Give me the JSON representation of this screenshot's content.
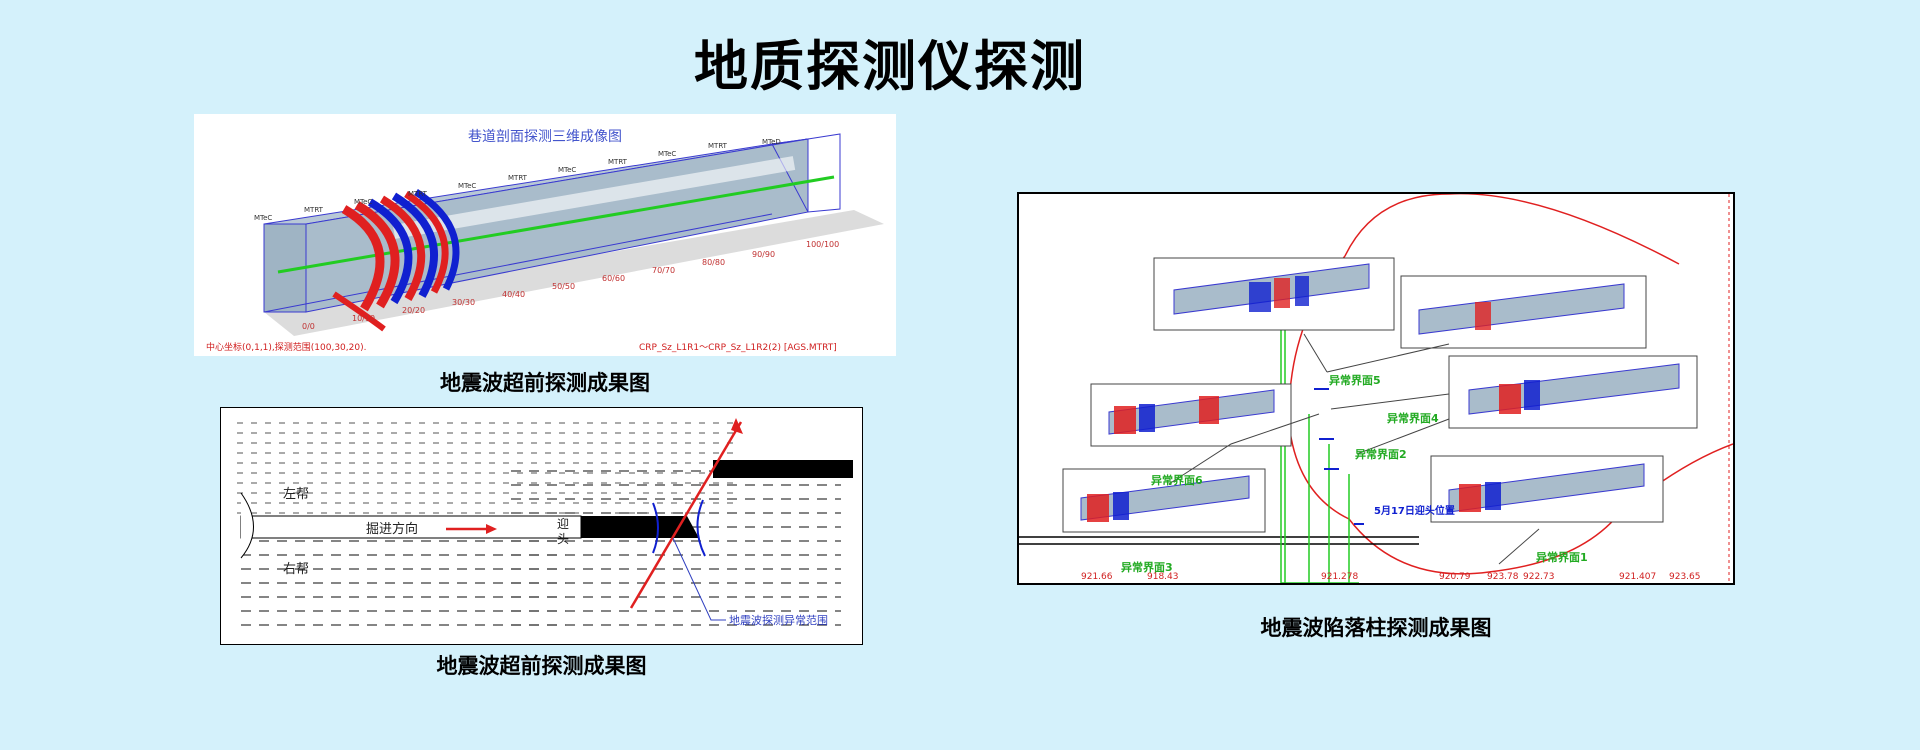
{
  "page": {
    "title": "地质探测仪探测"
  },
  "figure1": {
    "title": "巷道剖面探测三维成像图",
    "caption": "地震波超前探测成果图",
    "footer_left": "中心坐标(0,1,1),探测范围(100,30,20).",
    "footer_right": "CRP_Sz_L1R1～CRP_Sz_L1R2(2)  [AGS.MTRT]",
    "axis_ticks": [
      "0/0",
      "10/10",
      "20/20",
      "30/30",
      "40/40",
      "50/50",
      "60/60",
      "70/70",
      "80/80",
      "90/90",
      "100/100"
    ],
    "top_labels": [
      "MTeC",
      "MTRT",
      "MTeC",
      "MTRT",
      "MTeC",
      "MTRT",
      "MTeC",
      "MTRT",
      "MTeC",
      "MTRT",
      "MTeD"
    ]
  },
  "figure2": {
    "caption": "地震波超前探测成果图",
    "left_wall": "左帮",
    "right_wall": "右帮",
    "direction": "掘进方向",
    "face_label_1": "迎",
    "face_label_2": "头",
    "legend": "地震波探测异常范围"
  },
  "figure3": {
    "caption": "地震波陷落柱探测成果图",
    "labels": [
      "异常界面5",
      "异常界面4",
      "异常界面3",
      "异常界面6",
      "异常界面2",
      "异常界面1"
    ],
    "position_label": "5月17日迎头位置",
    "bottom_numbers": [
      "921.66",
      "918.43",
      "921.278",
      "920.79",
      "923.78",
      "922.73",
      "921.407",
      "923.65"
    ]
  },
  "colors": {
    "background": "#d4f1fb",
    "seismic_red": "#e02020",
    "seismic_blue": "#1020d0",
    "axis_green": "#22cc22"
  }
}
